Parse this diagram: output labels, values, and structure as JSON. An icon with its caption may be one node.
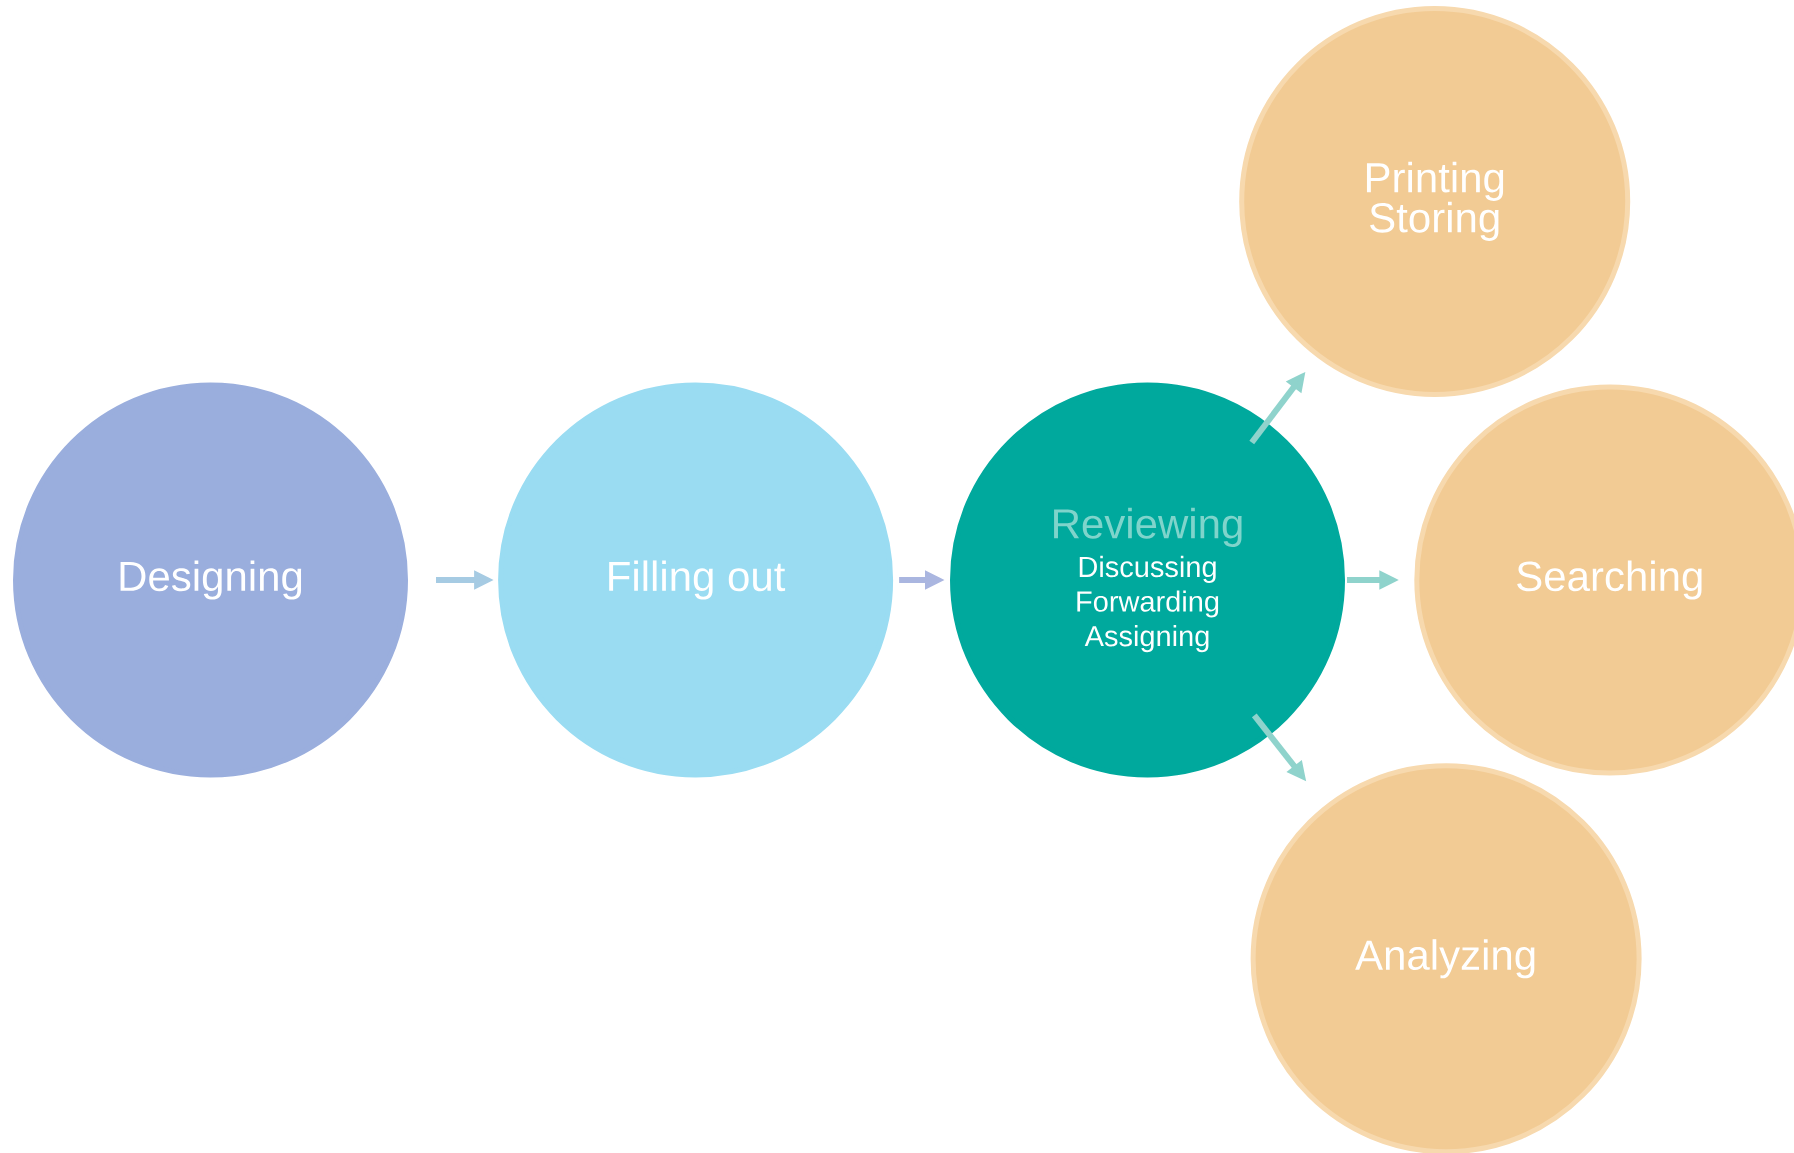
{
  "diagram": {
    "nodes": [
      {
        "text": [
          "Designing"
        ]
      },
      {
        "text": [
          "Filling out"
        ]
      },
      {
        "text": [
          "Reviewing",
          "Discussing",
          "Forwarding",
          "Assigning"
        ]
      },
      {
        "text": [
          "Printing",
          "Storing"
        ]
      },
      {
        "text": [
          "Searching"
        ]
      },
      {
        "text": [
          "Analyzing"
        ]
      }
    ],
    "edges": [
      {
        "from": 0,
        "to": 1,
        "arrow": "to",
        "color": "#a6cbe3"
      },
      {
        "from": 1,
        "to": 2,
        "arrow": "to",
        "color": "#aab6e0"
      },
      {
        "from": 2,
        "to": 3,
        "arrow": "to"
      },
      {
        "from": 2,
        "to": 4,
        "arrow": "to"
      },
      {
        "from": 2,
        "to": 5,
        "arrow": "to"
      }
    ]
  }
}
